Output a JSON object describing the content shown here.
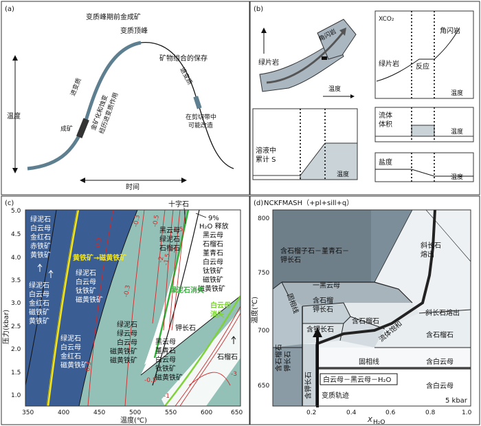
{
  "panel_a": {
    "tag": "(a)",
    "title": "变质峰期前金成矿",
    "peak": "变质顶峰",
    "prograde": "进变质",
    "retrograde": "退变质",
    "mineral_pres": "矿物组合的保存",
    "gold_note_1": "金矿化和蚀变",
    "gold_note_2": "经历进变质作用",
    "ore": "成矿",
    "shear_1": "在剪切带中",
    "shear_2": "可能改造",
    "ylabel": "温度",
    "xlabel": "时间"
  },
  "panel_b": {
    "tag": "(b)",
    "schist_1": "绿片岩",
    "amph_1": "角闪岩",
    "temp_1": "温度",
    "xco2": "XCO₂",
    "schist_2": "绿片岩",
    "amph_2": "角闪岩",
    "reaction": "反应",
    "temp_2": "温度",
    "sol_1": "溶液中",
    "sol_2": "累计 S",
    "temp_3": "温度",
    "fluid_1": "流体",
    "fluid_2": "体积",
    "temp_4": "温度",
    "salinity": "盐度",
    "temp_5": "温度"
  },
  "panel_c": {
    "tag": "(c)",
    "staurolite": "十字石",
    "h2o_1": "9%",
    "h2o_2": "H₂O 释放",
    "ylabel": "压力(kbar)",
    "xlabel": "温度(℃)",
    "xticks": [
      "350",
      "400",
      "450",
      "500",
      "550",
      "600",
      "650"
    ],
    "yticks": [
      "5.0",
      "4.5",
      "4.0",
      "3.5",
      "3.0",
      "2.5",
      "2.0",
      "1.5",
      "1.0"
    ],
    "zone_left": [
      "绿泥石",
      "白云母",
      "金红石",
      "赤铁矿",
      "黄铁矿"
    ],
    "zone_left2": [
      "绿泥石",
      "白云母",
      "金红石",
      "磁铁矿",
      "黄铁矿"
    ],
    "zone_left3": [
      "绿泥石",
      "白云母",
      "金红石",
      "磁黄铁矿"
    ],
    "zone_mid1": [
      "绿泥石",
      "白云母",
      "钛铁矿",
      "磁黄铁矿"
    ],
    "zone_mid2": [
      "绿泥石",
      "绿云母",
      "白云母",
      "磁黄铁矿",
      "磁黄铁矿"
    ],
    "zone_r1": [
      "黑云母",
      "绿泥石",
      "石榴石"
    ],
    "zone_r2": [
      "黑云母",
      "石榴石",
      "堇青石",
      "白云母",
      "钛铁矿",
      "磁铁矿",
      "磁黄铁矿"
    ],
    "zone_r3": [
      "黑云母",
      "堇青石",
      "白云母",
      "钛铁矿",
      "磁黄铁矿"
    ],
    "pyrite_rxn": "黄铁矿→磁黄铁矿",
    "chlorite_out": "绿泥石消失",
    "musc_out_1": "白云母",
    "musc_out_2": "消失",
    "kfs": "钾长石",
    "garnet": "石榴石",
    "contours": [
      "0.3",
      "-0.3",
      "0.3",
      "-0.3",
      "1.5",
      "-2",
      "-1.5",
      "-1",
      "-0.5",
      "-3",
      "-0.5",
      "-1"
    ]
  },
  "panel_d": {
    "tag": "(d)",
    "title": "NCKFMASH（+pl+sill+q）",
    "ylabel": "温度(℃)",
    "xlabel_main": "X",
    "xlabel_sub": "H₂O",
    "pressure": "5 kbar",
    "xticks": [
      "0.2",
      "0.4",
      "0.6",
      "0.8",
      "1.0"
    ],
    "yticks": [
      "800",
      "750",
      "700",
      "650"
    ],
    "f_top_1": "含石榴子石－堇青石－",
    "f_top_2": "钾长石",
    "plag_1": "斜长石",
    "plag_2": "熔出",
    "bio": "一黑云母",
    "solidus_v": "固相线",
    "gt_kfs_1": "含石榴",
    "gt_kfs_2": "钾长石",
    "kfs": "含钾长石",
    "gt": "含石榴石",
    "fluid_sat": "流体饱和",
    "plag_melt": "斜长石熔出",
    "gt2": "含石榴石",
    "solidus_h": "固相线",
    "musc": "含白云母",
    "left_col_1": "含石榴石",
    "left_col_2": "钾长石",
    "kfs_col": "含钾长石",
    "reaction": "白云母－黑云母－H₂O",
    "metamorphic": "变质轨迹",
    "musc2": "含白云母"
  }
}
